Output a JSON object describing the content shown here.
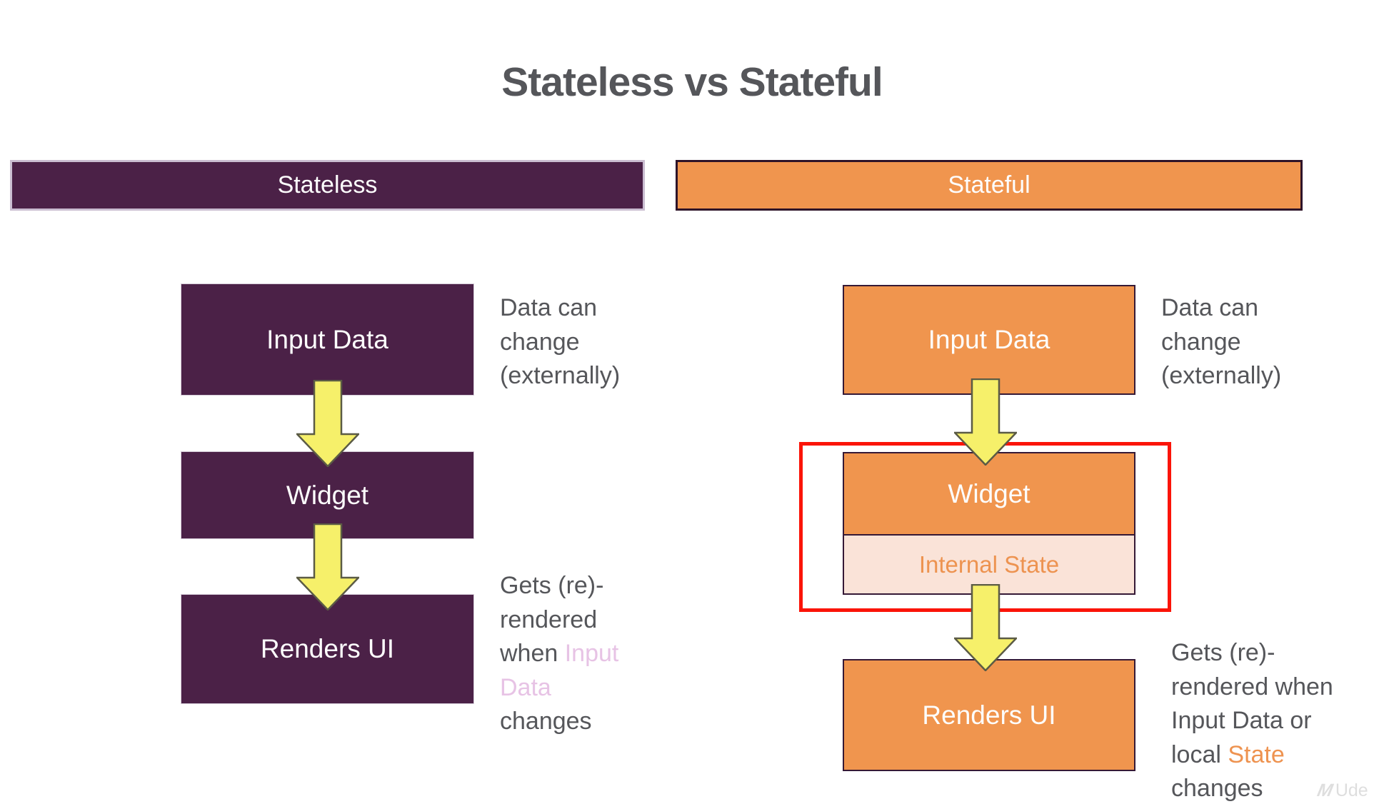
{
  "title": "Stateless vs Stateful",
  "stateless": {
    "header": "Stateless",
    "boxes": {
      "input": "Input Data",
      "widget": "Widget",
      "renders": "Renders UI"
    },
    "note_top": [
      "Data can",
      "change",
      "(externally)"
    ],
    "note_bottom": {
      "line1": "Gets (re)-",
      "line2": "rendered",
      "line3_pre": "when ",
      "line3_highlight": "Input",
      "line4_highlight": "Data",
      "line5": "changes"
    }
  },
  "stateful": {
    "header": "Stateful",
    "boxes": {
      "input": "Input Data",
      "widget": "Widget",
      "internal_state": "Internal State",
      "renders": "Renders UI"
    },
    "note_top": [
      "Data can",
      "change",
      "(externally)"
    ],
    "note_bottom": {
      "line1": "Gets (re)-",
      "line2": "rendered when",
      "line3": "Input Data or",
      "line4_pre": "local ",
      "line4_highlight": "State",
      "line5": "changes"
    }
  },
  "watermark": {
    "logo": "M",
    "text": "Ude"
  },
  "colors": {
    "stateless_purple": "#4b2147",
    "stateful_orange": "#f0954e",
    "internal_state_peach": "#fae3d8",
    "internal_state_text": "#ed9350",
    "arrow_yellow": "#f6f06a",
    "highlight_red": "#fb1408",
    "body_text_gray": "#55565a",
    "input_data_pink": "#e7c3e5",
    "state_orange": "#ee9350"
  }
}
